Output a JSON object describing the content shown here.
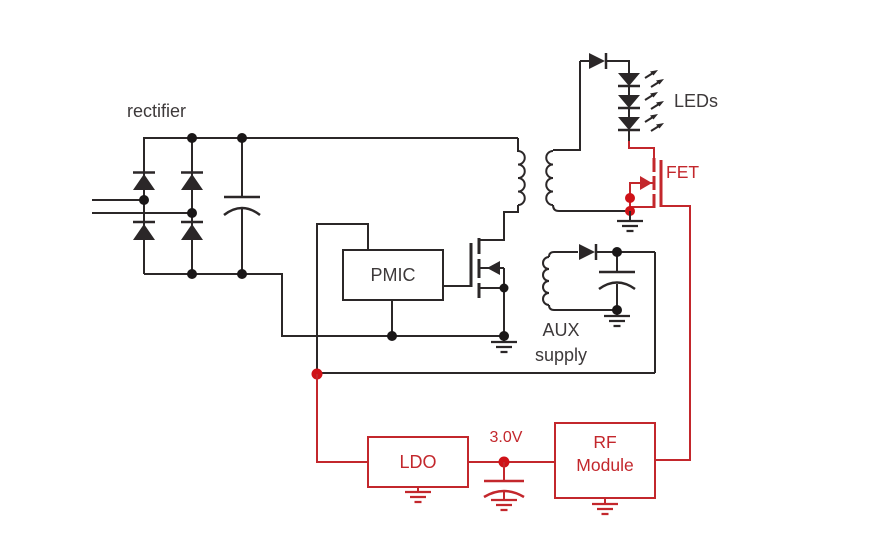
{
  "colors": {
    "background": "#ffffff",
    "wire": "#2b2728",
    "label": "#3d393a",
    "accent-red": "#c3272c",
    "junction-red": "#cf1218",
    "junction-black": "#1a1718"
  },
  "labels": {
    "rectifier": "rectifier",
    "leds": "LEDs",
    "fet": "FET",
    "pmic": "PMIC",
    "aux_supply_line1": "AUX",
    "aux_supply_line2": "supply",
    "ldo": "LDO",
    "rail_voltage": "3.0V",
    "rf_module_line1": "RF",
    "rf_module_line2": "Module"
  },
  "components": [
    {
      "name": "bridge-rectifier",
      "label": "rectifier",
      "diodes": 4
    },
    {
      "name": "smoothing-capacitor"
    },
    {
      "name": "transformer-primary-winding"
    },
    {
      "name": "transformer-secondary-winding"
    },
    {
      "name": "pmic-controller",
      "label": "PMIC"
    },
    {
      "name": "switching-mosfet"
    },
    {
      "name": "led-rectifier-diode"
    },
    {
      "name": "led-string",
      "label": "LEDs",
      "count": 3
    },
    {
      "name": "dimming-fet",
      "label": "FET"
    },
    {
      "name": "aux-winding"
    },
    {
      "name": "aux-diode"
    },
    {
      "name": "aux-capacitor"
    },
    {
      "name": "aux-supply",
      "label": "AUX supply"
    },
    {
      "name": "ldo-regulator",
      "label": "LDO"
    },
    {
      "name": "output-rail",
      "label": "3.0V"
    },
    {
      "name": "rail-capacitor"
    },
    {
      "name": "rf-module",
      "label": "RF Module"
    }
  ]
}
